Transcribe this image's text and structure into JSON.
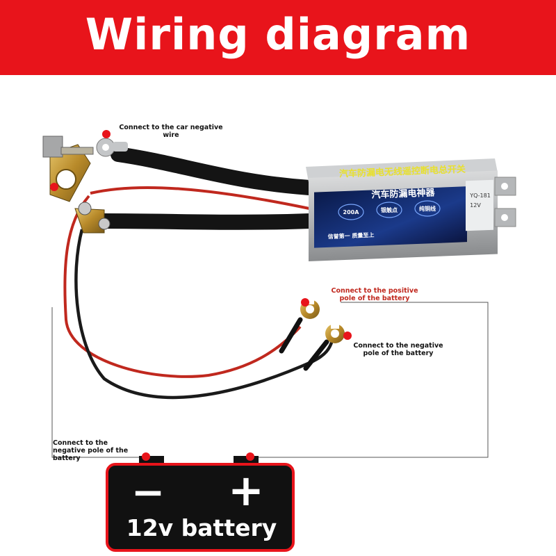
{
  "header": {
    "title": "Wiring diagram"
  },
  "device": {
    "top_label": "汽车防漏电无线遥控断电总开关",
    "panel_title": "汽车防漏电神器",
    "badge_1": "200A",
    "badge_2": "银触点",
    "badge_3": "纯铜线",
    "slogan": "信誉第一 质量至上",
    "model": "YQ-181",
    "voltage": "12V"
  },
  "labels": {
    "car_negative": "Connect to the car negative wire",
    "positive_pole": "Connect to the positive pole of the battery",
    "negative_pole_right": "Connect to the negative pole of the battery",
    "negative_pole_left": "Connect to the negative pole of the battery"
  },
  "battery": {
    "caption": "12v battery",
    "minus": "−",
    "plus": "+"
  },
  "colors": {
    "banner": "#e8141b",
    "dot": "#e8141b",
    "battery_border": "#e8141b",
    "battery_body": "#111111",
    "red_wire": "#c0281e",
    "black_wire": "#1a1a1a"
  }
}
